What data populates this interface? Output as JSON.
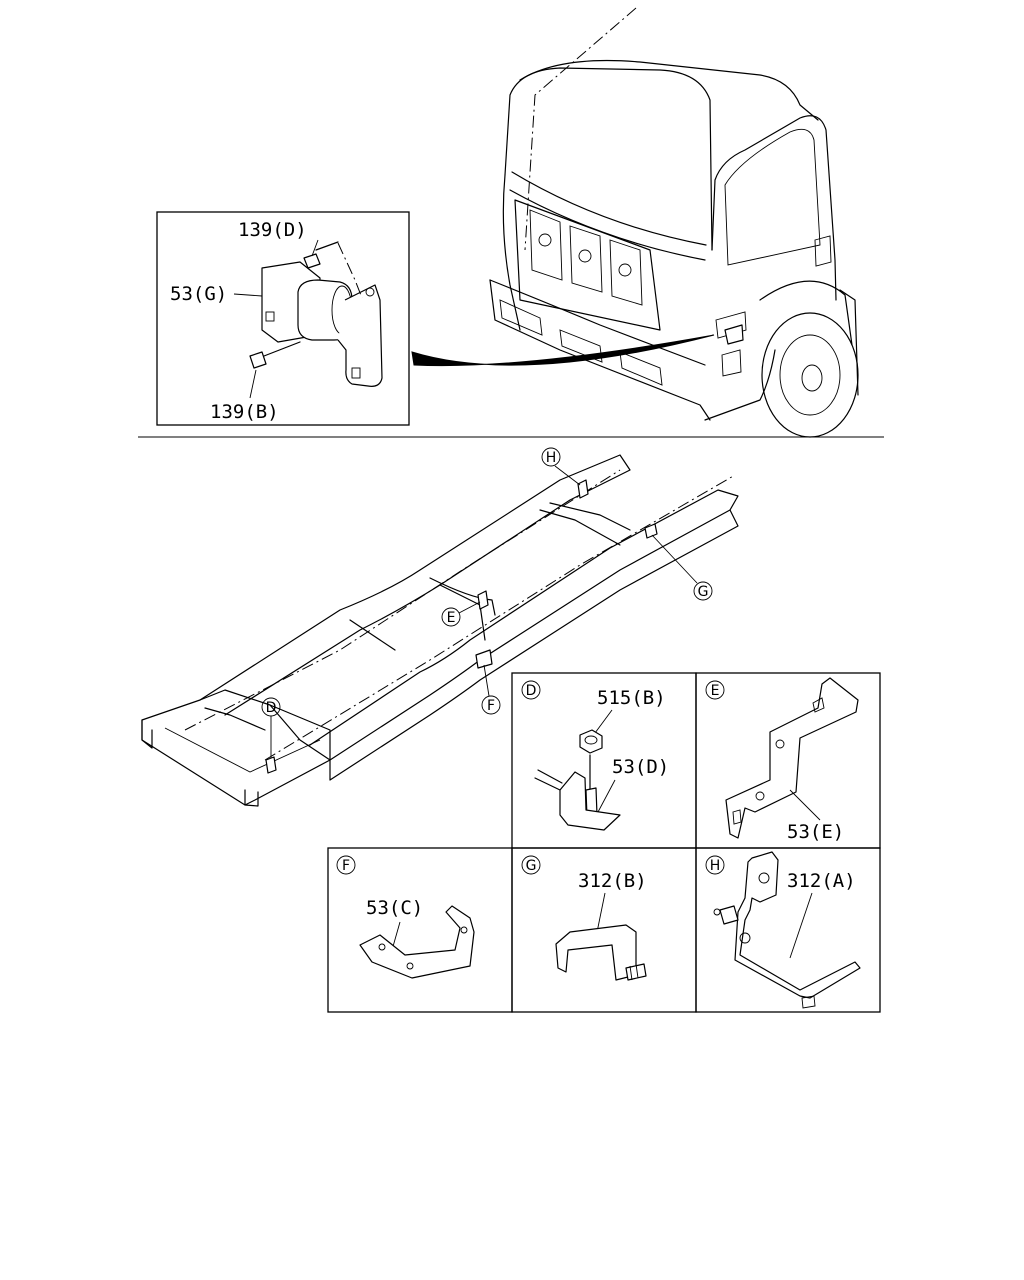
{
  "detail_views": {
    "cab": {
      "labels": {
        "p139d": "139(D)",
        "p53g": "53(G)",
        "p139b": "139(B)"
      }
    },
    "D": {
      "marker": "D",
      "labels": {
        "p515b": "515(B)",
        "p53d": "53(D)"
      }
    },
    "E": {
      "marker": "E",
      "labels": {
        "p53e": "53(E)"
      }
    },
    "F": {
      "marker": "F",
      "labels": {
        "p53c": "53(C)"
      }
    },
    "G": {
      "marker": "G",
      "labels": {
        "p312b": "312(B)"
      }
    },
    "H": {
      "marker": "H",
      "labels": {
        "p312a": "312(A)"
      }
    }
  },
  "frame_markers": {
    "h": "H",
    "g": "G",
    "e": "E",
    "f": "F",
    "d": "D"
  }
}
